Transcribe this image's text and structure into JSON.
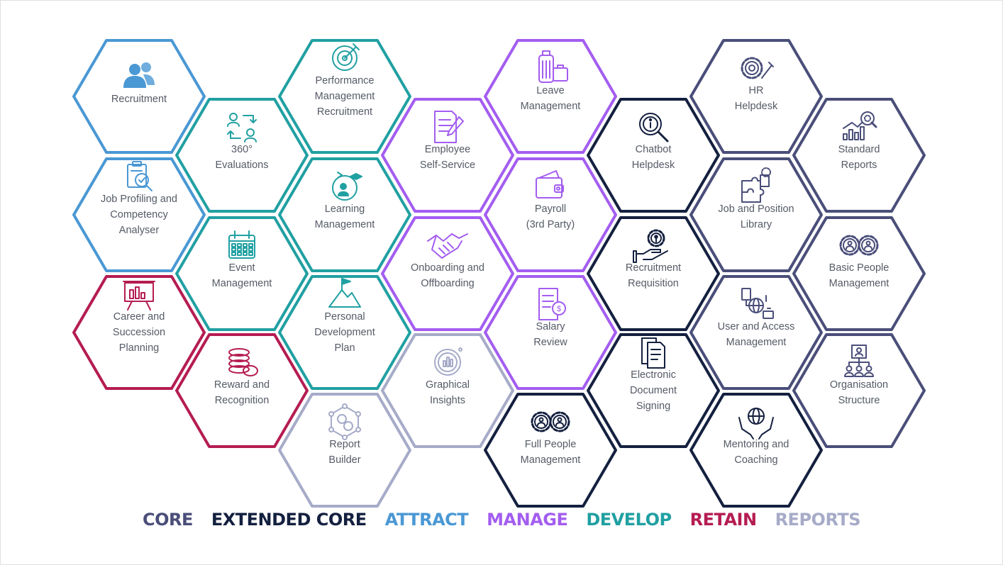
{
  "colors": {
    "core": "#4a4e79",
    "extended": "#14203f",
    "attract": "#4a98d4",
    "manage": "#a35df0",
    "develop": "#21a0a2",
    "retain": "#b51c52",
    "reports": "#a6abc8"
  },
  "modules": [
    {
      "key": "recruitment",
      "label": [
        "Recruitment"
      ],
      "category": "attract",
      "icon": "users-icon"
    },
    {
      "key": "job-profiling",
      "label": [
        "Job Profiling and",
        "Competency",
        "Analyser"
      ],
      "category": "attract",
      "icon": "clipboard-search-icon"
    },
    {
      "key": "career-succession",
      "label": [
        "Career and",
        "Succession",
        "Planning"
      ],
      "category": "retain",
      "icon": "presentation-chart-icon"
    },
    {
      "key": "evaluations-360",
      "label": [
        "360°",
        "Evaluations"
      ],
      "category": "develop",
      "icon": "people-exchange-icon"
    },
    {
      "key": "event-management",
      "label": [
        "Event",
        "Management"
      ],
      "category": "develop",
      "icon": "calendar-icon"
    },
    {
      "key": "reward-recognition",
      "label": [
        "Reward and",
        "Recognition"
      ],
      "category": "retain",
      "icon": "coins-icon"
    },
    {
      "key": "performance-management",
      "label": [
        "Performance",
        "Management",
        "Recruitment"
      ],
      "category": "develop",
      "icon": "target-icon"
    },
    {
      "key": "learning-management",
      "label": [
        "Learning",
        "Management"
      ],
      "category": "develop",
      "icon": "learner-icon"
    },
    {
      "key": "personal-development",
      "label": [
        "Personal",
        "Development",
        "Plan"
      ],
      "category": "develop",
      "icon": "mountain-flag-icon"
    },
    {
      "key": "report-builder",
      "label": [
        "Report",
        "Builder"
      ],
      "category": "reports",
      "icon": "network-gear-icon"
    },
    {
      "key": "employee-self-service",
      "label": [
        "Employee",
        "Self-Service"
      ],
      "category": "manage",
      "icon": "document-pen-icon"
    },
    {
      "key": "onboarding",
      "label": [
        "Onboarding and",
        "Offboarding"
      ],
      "category": "manage",
      "icon": "handshake-icon"
    },
    {
      "key": "graphical-insights",
      "label": [
        "Graphical",
        "Insights"
      ],
      "category": "reports",
      "icon": "chart-circle-icon"
    },
    {
      "key": "leave-management",
      "label": [
        "Leave",
        "Management"
      ],
      "category": "manage",
      "icon": "luggage-icon"
    },
    {
      "key": "payroll",
      "label": [
        "Payroll",
        "(3rd Party)"
      ],
      "category": "manage",
      "icon": "wallet-icon"
    },
    {
      "key": "salary-review",
      "label": [
        "Salary",
        "Review"
      ],
      "category": "manage",
      "icon": "invoice-dollar-icon"
    },
    {
      "key": "full-people-management",
      "label": [
        "Full People",
        "Management"
      ],
      "category": "extended",
      "icon": "people-gears-icon"
    },
    {
      "key": "chatbot-helpdesk",
      "label": [
        "Chatbot",
        "Helpdesk"
      ],
      "category": "extended",
      "icon": "info-magnifier-icon"
    },
    {
      "key": "recruitment-requisition",
      "label": [
        "Recruitment",
        "Requisition"
      ],
      "category": "extended",
      "icon": "hand-gear-person-icon"
    },
    {
      "key": "electronic-document-signing",
      "label": [
        "Electronic",
        "Document",
        "Signing"
      ],
      "category": "extended",
      "icon": "documents-icon"
    },
    {
      "key": "hr-helpdesk",
      "label": [
        "HR",
        "Helpdesk"
      ],
      "category": "core",
      "icon": "gear-wrench-icon"
    },
    {
      "key": "job-position-library",
      "label": [
        "Job and Position",
        "Library"
      ],
      "category": "core",
      "icon": "puzzle-gear-icon"
    },
    {
      "key": "user-access-management",
      "label": [
        "User and Access",
        "Management"
      ],
      "category": "core",
      "icon": "devices-globe-icon"
    },
    {
      "key": "mentoring-coaching",
      "label": [
        "Mentoring and",
        "Coaching"
      ],
      "category": "extended",
      "icon": "hands-globe-icon"
    },
    {
      "key": "standard-reports",
      "label": [
        "Standard",
        "Reports"
      ],
      "category": "core",
      "icon": "bar-magnifier-icon"
    },
    {
      "key": "basic-people-management",
      "label": [
        "Basic People",
        "Management"
      ],
      "category": "core",
      "icon": "people-gears-icon"
    },
    {
      "key": "organisation-structure",
      "label": [
        "Organisation",
        "Structure"
      ],
      "category": "core",
      "icon": "org-chart-icon"
    }
  ],
  "legend": [
    {
      "key": "core",
      "label": "CORE"
    },
    {
      "key": "extended",
      "label": "EXTENDED CORE"
    },
    {
      "key": "attract",
      "label": "ATTRACT"
    },
    {
      "key": "manage",
      "label": "MANAGE"
    },
    {
      "key": "develop",
      "label": "DEVELOP"
    },
    {
      "key": "retain",
      "label": "RETAIN"
    },
    {
      "key": "reports",
      "label": "REPORTS"
    }
  ]
}
